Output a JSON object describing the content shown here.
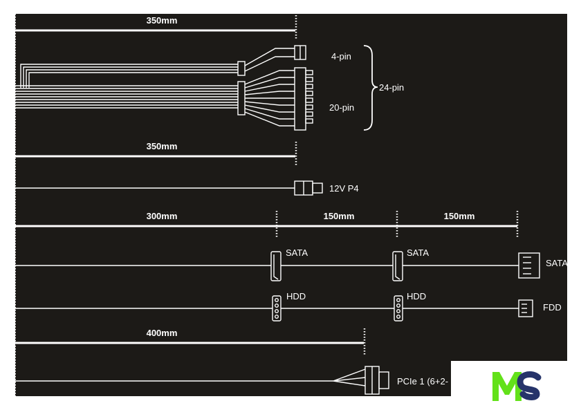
{
  "colors": {
    "background": "#1c1a17",
    "line": "#ffffff",
    "page": "#ffffff"
  },
  "lengths": {
    "main_top": "350mm",
    "cpu": "350mm",
    "sata_1": "300mm",
    "sata_2": "150mm",
    "sata_3": "150mm",
    "pcie": "400mm"
  },
  "connectors": {
    "four_pin": "4-pin",
    "twenty_pin": "20-pin",
    "twenty_four_pin": "24-pin",
    "cpu": "12V P4",
    "sata_a": "SATA",
    "sata_b": "SATA",
    "sata_c": "SATA",
    "hdd_a": "HDD",
    "hdd_b": "HDD",
    "fdd": "FDD",
    "pcie": "PCIe 1 (6+2-"
  },
  "logo": {
    "text": "MS",
    "green": "#63e11a",
    "navy": "#26346a"
  }
}
